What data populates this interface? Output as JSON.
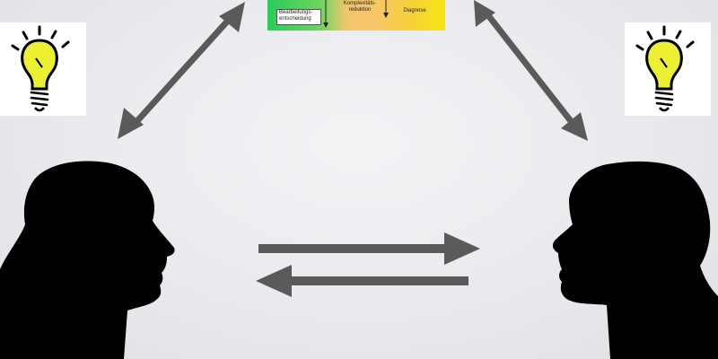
{
  "process": {
    "step_1": "Bearbeitungs-\nentscheidung",
    "step_2": "Komplexitäts-\nreduktion",
    "step_3": "Diagnose"
  },
  "colors": {
    "background": "#e8e9ec",
    "arrow": "#5a5a5a",
    "silhouette": "#000000",
    "bulb": "#ecf032",
    "process_green": "#29cc5a",
    "process_orange": "#f8c76a",
    "process_yellow": "#f5e513"
  },
  "icons": [
    "lightbulb-icon",
    "lightbulb-icon",
    "person-silhouette-left",
    "person-silhouette-right"
  ]
}
